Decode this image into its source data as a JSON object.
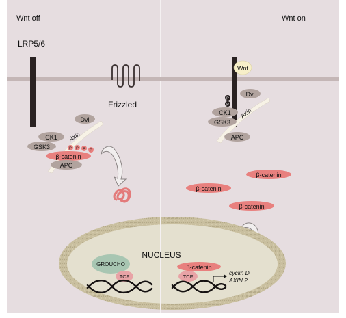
{
  "panels": {
    "left_title": "Wnt off",
    "right_title": "Wnt on"
  },
  "labels": {
    "lrp": "LRP5/6",
    "frizzled": "Frizzled",
    "nucleus": "NUCLEUS",
    "wnt": "Wnt",
    "dvl": "Dvl",
    "axin": "Axin",
    "ck1": "CK1",
    "gsk3": "GSK3",
    "apc": "APC",
    "beta_catenin": "β-catenin",
    "groucho": "GROUCHO",
    "tcf": "TCF",
    "phospho": "P",
    "cyclin_d": "cyclin D",
    "axin2": "AXIN 2"
  },
  "colors": {
    "background": "#e6dde0",
    "membrane": "#c4b6b6",
    "receptor": "#2a2222",
    "protein_grey": "#b1a39e",
    "beta_catenin": "#e8807e",
    "tcf": "#e8a3a6",
    "groucho": "#a8c6b2",
    "nucleus_fill": "#e4e0cf",
    "nucleus_border": "#c7bd9c",
    "wnt": "#f7efc9",
    "degraded": "#e37b7b"
  }
}
